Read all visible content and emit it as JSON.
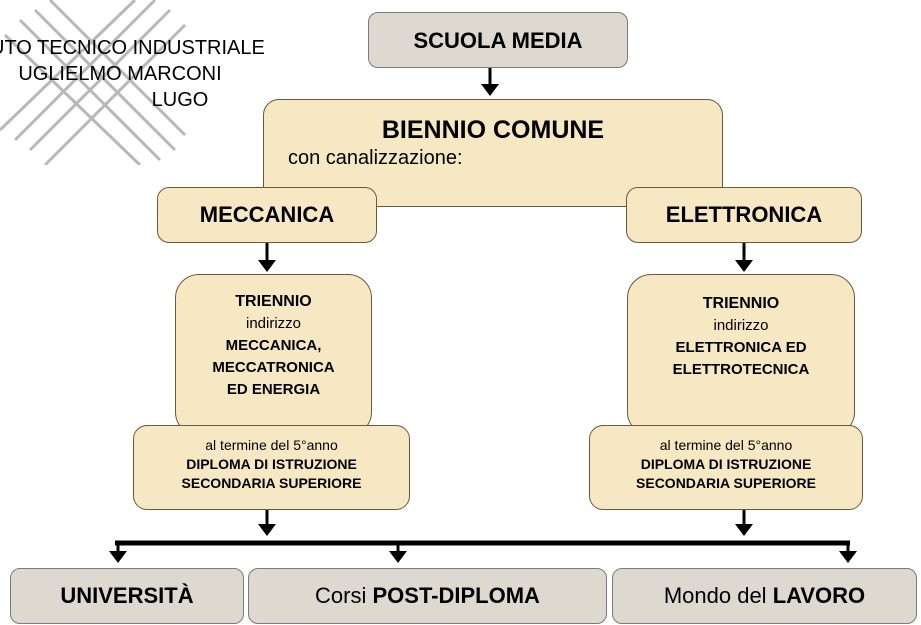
{
  "logo": {
    "line1": "UTO TECNICO INDUSTRIALE",
    "line2": "UGLIELMO MARCONI",
    "line3": "LUGO"
  },
  "top": {
    "label": "SCUOLA MEDIA"
  },
  "biennio": {
    "title": "BIENNIO COMUNE",
    "subtitle": "con canalizzazione:"
  },
  "branches": {
    "left": "MECCANICA",
    "right": "ELETTRONICA"
  },
  "triennio_left": {
    "title": "TRIENNIO",
    "sub": "indirizzo",
    "line1": "MECCANICA,",
    "line2": "MECCATRONICA",
    "line3": "ED ENERGIA"
  },
  "triennio_right": {
    "title": "TRIENNIO",
    "sub": "indirizzo",
    "line1": "ELETTRONICA ED",
    "line2": "ELETTROTECNICA"
  },
  "diploma_left": {
    "line1": "al termine del 5°anno",
    "line2": "DIPLOMA DI ISTRUZIONE",
    "line3": "SECONDARIA SUPERIORE"
  },
  "diploma_right": {
    "line1": "al termine del 5°anno",
    "line2": "DIPLOMA DI ISTRUZIONE",
    "line3": "SECONDARIA SUPERIORE"
  },
  "outcomes": {
    "univ": "UNIVERSITÀ",
    "post_prefix": "Corsi ",
    "post_bold": "POST-DIPLOMA",
    "lavoro_prefix": "Mondo del ",
    "lavoro_bold": "LAVORO"
  }
}
